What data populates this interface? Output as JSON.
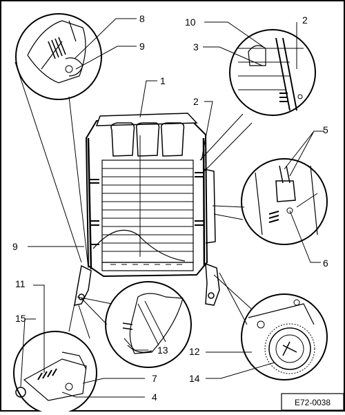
{
  "figure_code": "E72-0038",
  "callouts": {
    "c1": "1",
    "c2a": "2",
    "c2b": "2",
    "c3": "3",
    "c4": "4",
    "c5": "5",
    "c6": "6",
    "c7": "7",
    "c8": "8",
    "c9a": "9",
    "c9b": "9",
    "c10": "10",
    "c11": "11",
    "c12": "12",
    "c13": "13",
    "c14": "14",
    "c15": "15"
  }
}
